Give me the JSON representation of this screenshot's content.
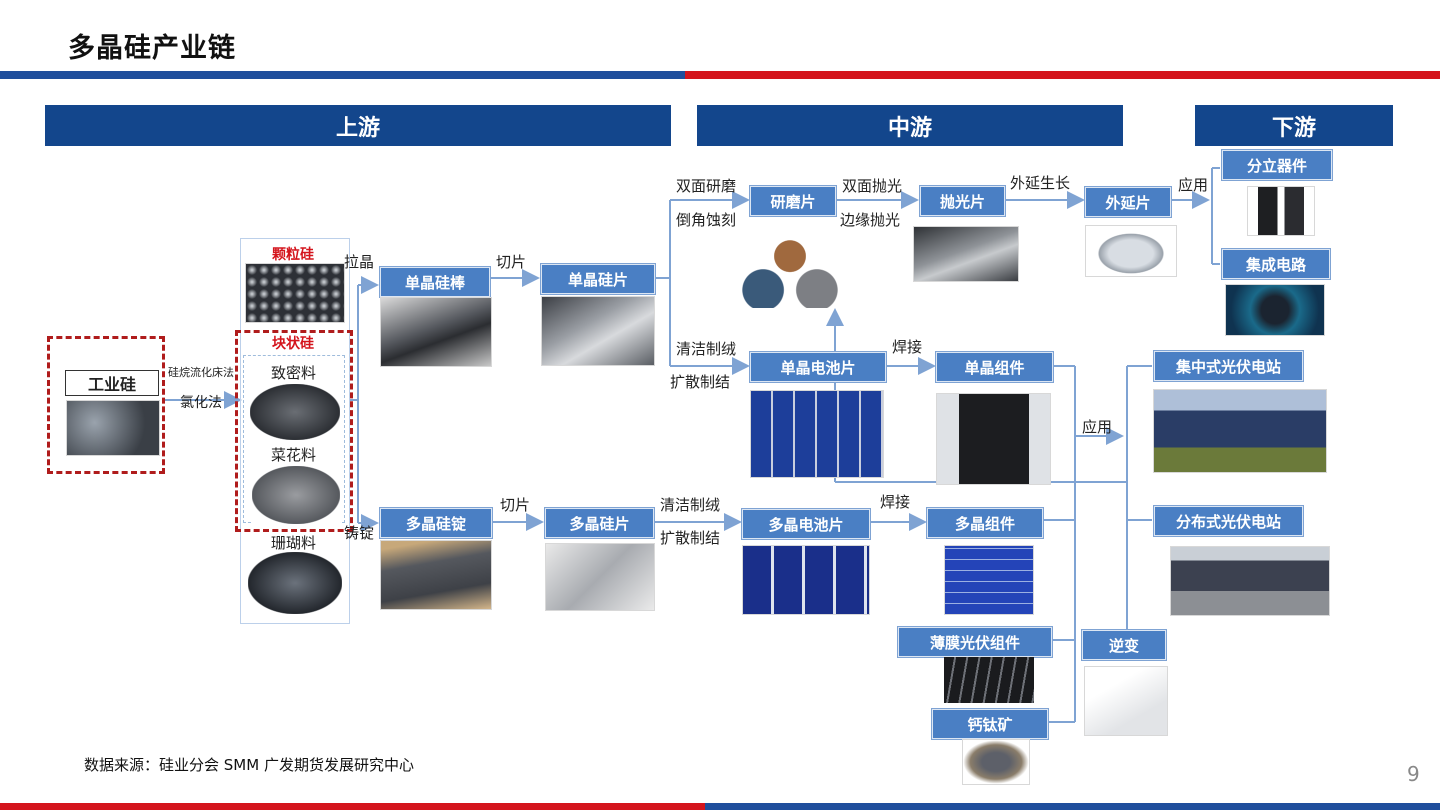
{
  "title": "多晶硅产业链",
  "stages": {
    "upstream": "上游",
    "midstream": "中游",
    "downstream": "下游"
  },
  "nodes": {
    "industrial_si": "工业硅",
    "granular_si": "颗粒硅",
    "chunk_si": "块状硅",
    "dense": "致密料",
    "cauliflower": "菜花料",
    "coral": "珊瑚料",
    "mono_rod": "单晶硅棒",
    "mono_wafer": "单晶硅片",
    "lapping_wafer": "研磨片",
    "polished_wafer": "抛光片",
    "epi_wafer": "外延片",
    "discrete": "分立器件",
    "ic": "集成电路",
    "mono_cell": "单晶电池片",
    "mono_module": "单晶组件",
    "poly_ingot": "多晶硅锭",
    "poly_wafer": "多晶硅片",
    "poly_cell": "多晶电池片",
    "poly_module": "多晶组件",
    "thin_film": "薄膜光伏组件",
    "perovskite": "钙钛矿",
    "inverter": "逆变",
    "central_pv": "集中式光伏电站",
    "distributed_pv": "分布式光伏电站"
  },
  "processes": {
    "siemens_fbr": "硅烷流化床法",
    "chlorination": "氯化法",
    "crystal_pull": "拉晶",
    "cut1": "切片",
    "cut2": "切片",
    "casting": "铸锭",
    "double_lap": "双面研磨",
    "chamfer_etch": "倒角蚀刻",
    "double_polish": "双面抛光",
    "edge_polish": "边缘抛光",
    "epitaxy": "外延生长",
    "apply1": "应用",
    "apply2": "应用",
    "clean_texture1": "清洁制绒",
    "diffusion1": "扩散制结",
    "clean_texture2": "清洁制绒",
    "diffusion2": "扩散制结",
    "weld1": "焊接",
    "weld2": "焊接"
  },
  "source": "数据来源：硅业分会 SMM 广发期货发展研究中心",
  "page_number": "9",
  "colors": {
    "stage_bg": "#13468c",
    "node_bg": "#4a7fc4",
    "connector": "#7fa3d3",
    "dash_red": "#b01c1c"
  }
}
